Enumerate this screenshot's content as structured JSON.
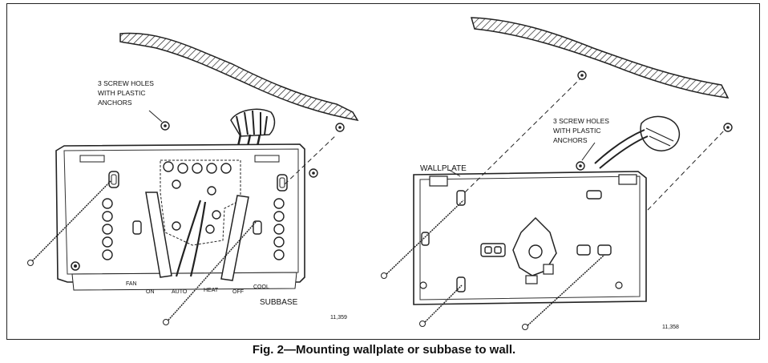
{
  "figure": {
    "caption": "Fig. 2—Mounting wallplate or subbase to wall.",
    "left_panel": {
      "screw_note_lines": [
        "3 SCREW HOLES",
        "WITH PLASTIC",
        "ANCHORS"
      ],
      "title": "SUBBASE",
      "figure_number": "11,359",
      "switch_labels": {
        "fan": "FAN",
        "on": "ON",
        "auto": "AUTO",
        "heat": "HEAT",
        "off": "OFF",
        "cool": "COOL"
      }
    },
    "right_panel": {
      "screw_note_lines": [
        "3 SCREW HOLES",
        "WITH PLASTIC",
        "ANCHORS"
      ],
      "title": "WALLPLATE",
      "figure_number": "11,358"
    }
  }
}
